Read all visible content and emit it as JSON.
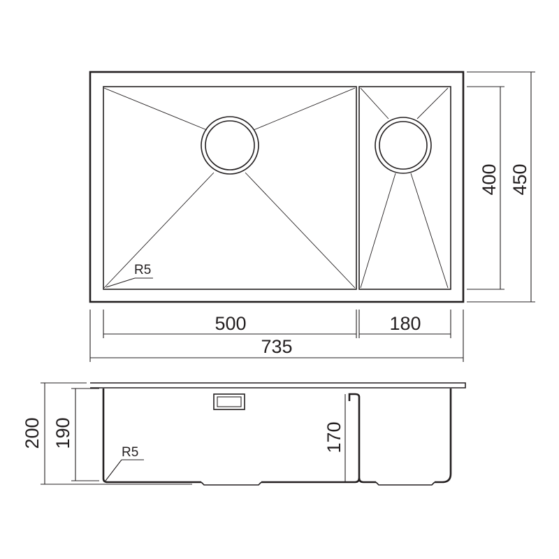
{
  "top_view": {
    "width_overall": "735",
    "width_main_bowl": "500",
    "width_small_bowl": "180",
    "depth_inner": "400",
    "depth_overall": "450",
    "corner_radius": "R5"
  },
  "side_view": {
    "height_overall": "200",
    "height_main_bowl": "190",
    "height_small_bowl": "170",
    "corner_radius": "R5"
  }
}
